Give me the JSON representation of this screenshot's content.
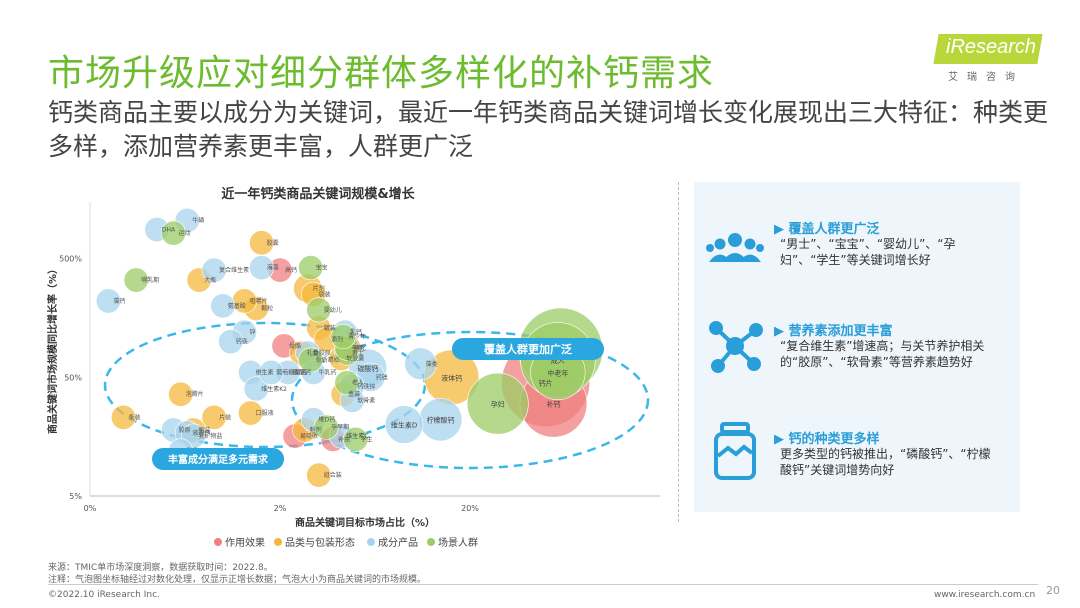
{
  "page": {
    "title": "市场升级应对细分群体多样化的补钙需求",
    "subtitle": "钙类商品主要以成分为关键词，最近一年钙类商品关键词增长变化展现出三大特征：种类更多样，添加营养素更丰富，人群更广泛",
    "logo_text": "iResearch",
    "logo_cn": "艾瑞咨询"
  },
  "chart_data": {
    "type": "scatter",
    "bubble": true,
    "title": "近一年钙类商品关键词规模&增长",
    "xlabel": "商品关键词目标市场占比（%）",
    "ylabel": "商品关键词市场规模同比增长率（%）",
    "x_scale": "log-transformed",
    "y_scale": "log-transformed",
    "x_ticks": [
      "0%",
      "2%",
      "20%"
    ],
    "y_ticks": [
      "500%",
      "50%",
      "5%"
    ],
    "legend_position": "bottom",
    "colors": {
      "作用效果": "#f08080",
      "品类与包装形态": "#f5b83d",
      "成分产品": "#a8d4ec",
      "场景人群": "#9ccc65"
    },
    "series": [
      {
        "name": "作用效果",
        "points": [
          {
            "label": "高钙",
            "x": 2.0,
            "y": 400,
            "size": 2
          },
          {
            "label": "钙片",
            "x": 50,
            "y": 45,
            "size": 40
          },
          {
            "label": "补钙",
            "x": 55,
            "y": 30,
            "size": 22
          },
          {
            "label": "强化",
            "x": 4.6,
            "y": 88,
            "size": 2
          },
          {
            "label": "补充",
            "x": 3.8,
            "y": 15,
            "size": 2
          },
          {
            "label": "骨骼",
            "x": 2.1,
            "y": 92,
            "size": 2
          },
          {
            "label": "易吸收",
            "x": 2.4,
            "y": 16,
            "size": 2
          }
        ]
      },
      {
        "name": "品类与包装形态",
        "points": [
          {
            "label": "片剂",
            "x": 2.8,
            "y": 280,
            "size": 3
          },
          {
            "label": "胶囊",
            "x": 1.6,
            "y": 680,
            "size": 2
          },
          {
            "label": "软胶囊",
            "x": 4.2,
            "y": 72,
            "size": 2
          },
          {
            "label": "液体钙",
            "x": 16,
            "y": 50,
            "size": 14
          },
          {
            "label": "颗粒",
            "x": 1.5,
            "y": 190,
            "size": 2
          },
          {
            "label": "粉剂",
            "x": 2.7,
            "y": 18,
            "size": 2
          },
          {
            "label": "袋装",
            "x": 3.0,
            "y": 250,
            "size": 2
          },
          {
            "label": "盒装",
            "x": 4.3,
            "y": 36,
            "size": 2
          },
          {
            "label": "组合装",
            "x": 3.2,
            "y": 7.5,
            "size": 2
          },
          {
            "label": "咀嚼片",
            "x": 1.3,
            "y": 220,
            "size": 2
          },
          {
            "label": "大瓶",
            "x": 0.75,
            "y": 330,
            "size": 2
          },
          {
            "label": "罐装",
            "x": 3.2,
            "y": 130,
            "size": 2
          },
          {
            "label": "条装",
            "x": 0.3,
            "y": 23,
            "size": 2
          },
          {
            "label": "滴剂",
            "x": 3.5,
            "y": 104,
            "size": 2
          },
          {
            "label": "礼盒",
            "x": 2.6,
            "y": 80,
            "size": 2
          },
          {
            "label": "片装",
            "x": 0.9,
            "y": 23,
            "size": 2
          },
          {
            "label": "泡腾片",
            "x": 0.6,
            "y": 36,
            "size": 2
          },
          {
            "label": "口服液",
            "x": 1.4,
            "y": 25,
            "size": 2
          },
          {
            "label": "瓶装",
            "x": 0.7,
            "y": 18,
            "size": 2
          }
        ]
      },
      {
        "name": "成分产品",
        "points": [
          {
            "label": "维生素D",
            "x": 9,
            "y": 20,
            "size": 6
          },
          {
            "label": "柠檬酸钙",
            "x": 14,
            "y": 22,
            "size": 8
          },
          {
            "label": "碳酸钙",
            "x": 5.8,
            "y": 60,
            "size": 6
          },
          {
            "label": "乳钙",
            "x": 4.4,
            "y": 120,
            "size": 2
          },
          {
            "label": "钙镁",
            "x": 6.0,
            "y": 50,
            "size": 3
          },
          {
            "label": "复合维生素",
            "x": 0.9,
            "y": 400,
            "size": 2
          },
          {
            "label": "牛磷",
            "x": 0.65,
            "y": 1050,
            "size": 2
          },
          {
            "label": "海藻",
            "x": 1.6,
            "y": 420,
            "size": 2
          },
          {
            "label": "氨基酸",
            "x": 1.0,
            "y": 200,
            "size": 2
          },
          {
            "label": "锌",
            "x": 1.3,
            "y": 120,
            "size": 2
          },
          {
            "label": "维生素",
            "x": 1.4,
            "y": 55,
            "size": 2
          },
          {
            "label": "维生素K2",
            "x": 1.5,
            "y": 40,
            "size": 2
          },
          {
            "label": "磷酸钙",
            "x": 2.2,
            "y": 55,
            "size": 2
          },
          {
            "label": "骨胶原",
            "x": 2.8,
            "y": 80,
            "size": 2
          },
          {
            "label": "钙铁锌",
            "x": 4.8,
            "y": 42,
            "size": 2
          },
          {
            "label": "牛乳钙",
            "x": 3.0,
            "y": 55,
            "size": 2
          },
          {
            "label": "软骨素",
            "x": 4.8,
            "y": 32,
            "size": 2
          },
          {
            "label": "藻钙",
            "x": 0.25,
            "y": 220,
            "size": 2
          },
          {
            "label": "葡萄糖酸钙",
            "x": 1.8,
            "y": 55,
            "size": 2
          },
          {
            "label": "胶原",
            "x": 0.55,
            "y": 18,
            "size": 2
          },
          {
            "label": "液态钙",
            "x": 0.65,
            "y": 17,
            "size": 2
          },
          {
            "label": "乳矿物盐",
            "x": 0.7,
            "y": 16,
            "size": 2
          },
          {
            "label": "骨质",
            "x": 0.6,
            "y": 12,
            "size": 2
          },
          {
            "label": "钙铁",
            "x": 1.1,
            "y": 100,
            "size": 2
          },
          {
            "label": "藻类",
            "x": 11,
            "y": 65,
            "size": 4
          },
          {
            "label": "DHA",
            "x": 0.45,
            "y": 880,
            "size": 2
          },
          {
            "label": "维D钙",
            "x": 3.0,
            "y": 22,
            "size": 2
          },
          {
            "label": "维生素C",
            "x": 4.2,
            "y": 16,
            "size": 2
          }
        ]
      },
      {
        "name": "场景人群",
        "points": [
          {
            "label": "儿童",
            "x": 60,
            "y": 85,
            "size": 36
          },
          {
            "label": "成人",
            "x": 58,
            "y": 70,
            "size": 28
          },
          {
            "label": "孕妇",
            "x": 28,
            "y": 30,
            "size": 18
          },
          {
            "label": "中老年",
            "x": 58,
            "y": 55,
            "size": 14
          },
          {
            "label": "男士",
            "x": 4.5,
            "y": 80,
            "size": 2
          },
          {
            "label": "宝宝",
            "x": 2.9,
            "y": 420,
            "size": 2
          },
          {
            "label": "学生",
            "x": 5.0,
            "y": 15,
            "size": 2
          },
          {
            "label": "婴幼儿",
            "x": 3.2,
            "y": 185,
            "size": 2
          },
          {
            "label": "孕期",
            "x": 4.5,
            "y": 88,
            "size": 2
          },
          {
            "label": "青少年",
            "x": 4.3,
            "y": 110,
            "size": 2
          },
          {
            "label": "老人",
            "x": 4.5,
            "y": 45,
            "size": 2
          },
          {
            "label": "运动",
            "x": 0.55,
            "y": 820,
            "size": 2
          },
          {
            "label": "骨质疏松",
            "x": 2.9,
            "y": 70,
            "size": 2
          },
          {
            "label": "哺乳期",
            "x": 0.35,
            "y": 330,
            "size": 2
          },
          {
            "label": "孕早期",
            "x": 3.5,
            "y": 19,
            "size": 2
          }
        ]
      }
    ],
    "annotations": [
      "覆盖人群更加广泛",
      "丰富成分满足多元需求"
    ]
  },
  "features": [
    {
      "icon": "people-group-icon",
      "title": "覆盖人群更广泛",
      "body": "“男士”、“宝宝”、“婴幼儿”、“孕妇”、“学生”等关键词增长好"
    },
    {
      "icon": "molecule-icon",
      "title": "营养素添加更丰富",
      "body": "“复合维生素”增速高；与关节养护相关的“胶原”、“软骨素”等营养素趋势好"
    },
    {
      "icon": "jar-icon",
      "title": "钙的种类更多样",
      "body": "更多类型的钙被推出，“磷酸钙”、“柠檬酸钙”关键词增势向好"
    }
  ],
  "footer": {
    "source": "来源：TMIC单市场深度洞察，数据获取时间：2022.8。",
    "note": "注释：气泡图坐标轴经过对数化处理，仅显示正增长数据；气泡大小为商品关键词的市场规模。",
    "copyright": "©2022.10 iResearch Inc.",
    "site": "www.iresearch.com.cn",
    "page_number": "20"
  }
}
